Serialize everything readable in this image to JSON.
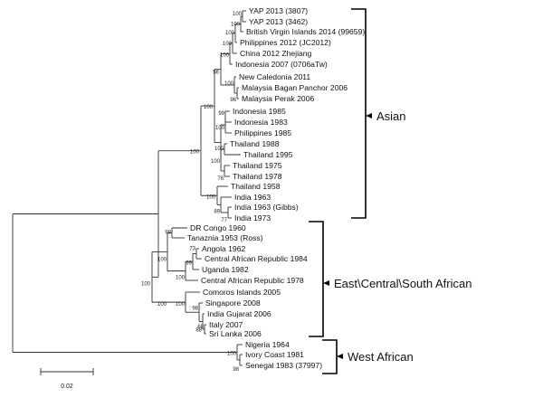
{
  "tree": {
    "leaves": [
      "YAP 2013 (3807)",
      "YAP 2013 (3462)",
      "British Virgin Islands 2014 (99659)",
      "Philippines 2012 (JC2012)",
      "China 2012 Zhejiang",
      "Indonesia 2007 (0706aTw)",
      "New Caledonia 2011",
      "Malaysia Bagan Panchor 2006",
      "Malaysia Perak 2006",
      "Indonesia 1985",
      "Indonesia 1983",
      "Philippines 1985",
      "Thailand 1988",
      "Thailand 1995",
      "Thailand 1975",
      "Thailand 1978",
      "Thailand 1958",
      "India 1963",
      "India 1963 (Gibbs)",
      "India 1973",
      "DR Congo 1960",
      "Tanaznia 1953 (Ross)",
      "Angola 1962",
      "Central African Republic 1984",
      "Uganda 1982",
      "Central African Republic 1978",
      "Comoros Islands 2005",
      "Singapore 2008",
      "India Gujarat 2006",
      "Italy 2007",
      "Sri Lanka 2006",
      "Nigeria 1964",
      "Ivory Coast 1981",
      "Senegal 1983 (37997)"
    ],
    "bootstrap": {
      "yap": "100",
      "bvi_yap": "100",
      "phil_group": "100",
      "china_group": "100",
      "indo07_group": "100",
      "malaysia": "96",
      "caledonia_malaysia": "100",
      "modern_asian": "56",
      "indo": "99",
      "indo_phil": "100",
      "t8895": "100",
      "t7578": "78",
      "thai_group": "100",
      "upper_asian": "100",
      "india_pair": "77",
      "india": "89",
      "thai58_india": "100",
      "asian": "100",
      "congo_tanz": "99",
      "angola_car": "73",
      "car_uganda": "99",
      "car_ug_car": "100",
      "ecsa_first": "100",
      "it_sl": "68",
      "sl_group": "88",
      "gujarat": "98",
      "comoros": "100",
      "ecsa_second": "100",
      "ecsa": "100",
      "ivory_sen": "98",
      "west_african": "100"
    },
    "clades": {
      "asian": "Asian",
      "ecsa": "East\\Central\\South African",
      "west_african": "West African"
    },
    "scale_bar": "0.02"
  }
}
